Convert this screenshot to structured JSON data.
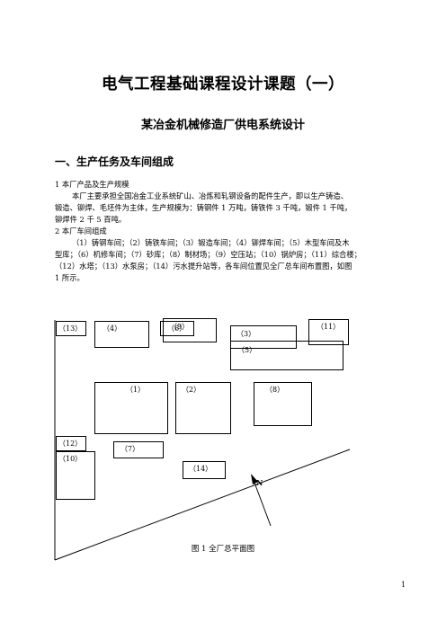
{
  "title": "电气工程基础课程设计课题（一）",
  "subtitle": "某冶金机械修造厂供电系统设计",
  "section1": {
    "heading": "一、生产任务及车间组成",
    "item1_heading": "1 本厂产品及生产规模",
    "item1_lines": [
      "本厂主要承担全国冶金工业系统矿山、冶炼和轧钢设备的配件生产，即以生产铸造、",
      "锻造、铆焊、毛坯件为主体，生产规模为：铸钢件 1 万吨，铸铁件 3 千吨，锻件 1 千吨，",
      "铆焊件 2 千 5 百吨。"
    ],
    "item2_heading": "2 本厂车间组成",
    "item2_lines": [
      "（1）铸钢车间；（2）铸铁车间；（3）锻造车间；（4）铆焊车间；（5）木型车间及木",
      "型库；（6）机修车间；（7）砂库；（8）制材场；（9）空压站；（10）锅炉房；（11）综合楼；",
      "（12）水塔；（13）水泵房；（14）污水提升站等，各车间位置见全厂总车间布置图，如图",
      "1 所示。"
    ]
  },
  "plan": {
    "labels": {
      "b13": "（13）",
      "b4": "（4）",
      "b6": "（6）",
      "b3": "（3）",
      "b11": "（11）",
      "b9": "（9）",
      "b5": "（5）",
      "b1": "（1）",
      "b2": "（2）",
      "b8": "（8）",
      "b12": "（12）",
      "b7": "（7）",
      "b10": "（10）",
      "b14": "（14）"
    },
    "north": "N"
  },
  "caption": "图 1  全厂总平面图",
  "page_number": "1"
}
